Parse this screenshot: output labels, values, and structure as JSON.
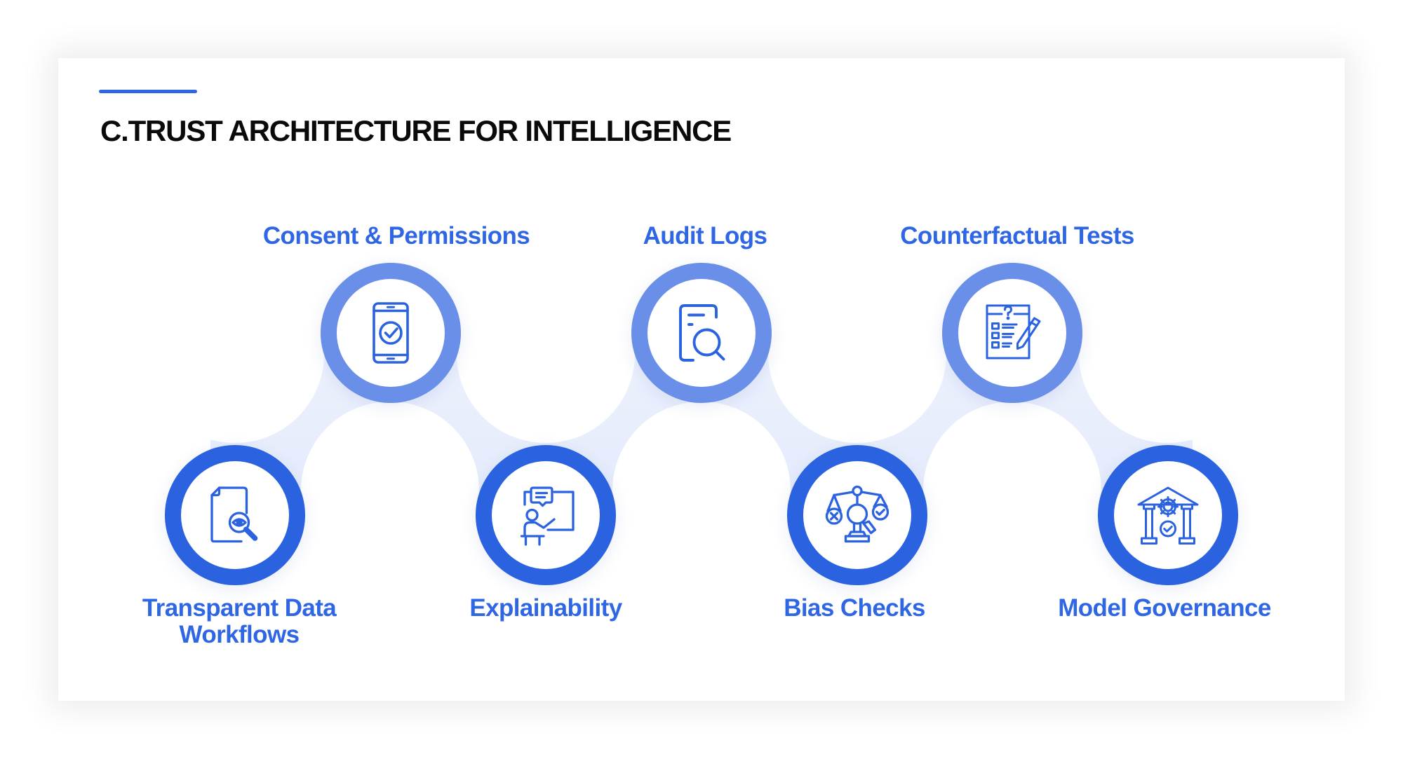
{
  "header": {
    "title": "C.TRUST ARCHITECTURE FOR INTELLIGENCE"
  },
  "colors": {
    "accent": "#2f66e3",
    "top_ring": "#6a8fe8",
    "bottom_ring": "#2a62df",
    "connector": "#e6edfb",
    "title_text": "#0a0a0a"
  },
  "nodes": [
    {
      "id": "transparent-data-workflows",
      "position": "bottom",
      "label_line1": "Transparent Data",
      "label_line2": "Workflows",
      "icon": "document-eye-search-icon"
    },
    {
      "id": "consent-permissions",
      "position": "top",
      "label_line1": "Consent & Permissions",
      "label_line2": "",
      "icon": "mobile-check-icon"
    },
    {
      "id": "explainability",
      "position": "bottom",
      "label_line1": "Explainability",
      "label_line2": "",
      "icon": "presenter-board-icon"
    },
    {
      "id": "audit-logs",
      "position": "top",
      "label_line1": "Audit Logs",
      "label_line2": "",
      "icon": "document-search-icon"
    },
    {
      "id": "bias-checks",
      "position": "bottom",
      "label_line1": "Bias Checks",
      "label_line2": "",
      "icon": "scale-balance-icon"
    },
    {
      "id": "counterfactual-tests",
      "position": "top",
      "label_line1": "Counterfactual Tests",
      "label_line2": "",
      "icon": "checklist-pencil-icon"
    },
    {
      "id": "model-governance",
      "position": "bottom",
      "label_line1": "Model Governance",
      "label_line2": "",
      "icon": "institution-gear-icon"
    }
  ]
}
